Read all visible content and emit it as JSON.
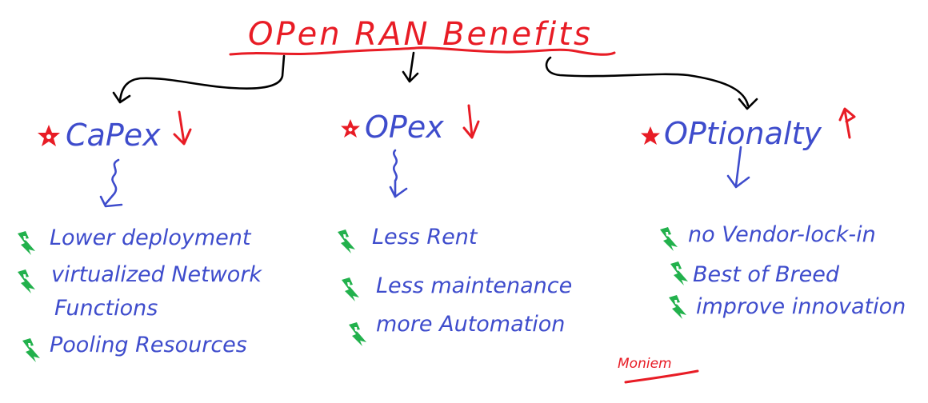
{
  "title": "OPen RAN Benefits",
  "signature": "Moniem",
  "colors": {
    "title": "#e81c25",
    "text": "#3e4ccc",
    "star": "#e81c25",
    "bullet": "#22b14c",
    "connector": "#000000"
  },
  "icons": {
    "heading_marker": "star-icon",
    "bullet_marker": "lightning-bolt-icon"
  },
  "branches": [
    {
      "heading": "CaPex",
      "trend": "down",
      "trend_glyph": "↓",
      "items": [
        "Lower deployment",
        "virtualized Network",
        "Functions",
        "Pooling Resources"
      ],
      "bullets": [
        true,
        true,
        false,
        true
      ]
    },
    {
      "heading": "OPex",
      "trend": "down",
      "trend_glyph": "↓",
      "items": [
        "Less Rent",
        "Less maintenance",
        "more Automation"
      ],
      "bullets": [
        true,
        true,
        true
      ]
    },
    {
      "heading": "OPtionalty",
      "trend": "up",
      "trend_glyph": "↑",
      "items": [
        "no Vendor-lock-in",
        "Best of Breed",
        "improve innovation"
      ],
      "bullets": [
        true,
        true,
        true
      ]
    }
  ]
}
